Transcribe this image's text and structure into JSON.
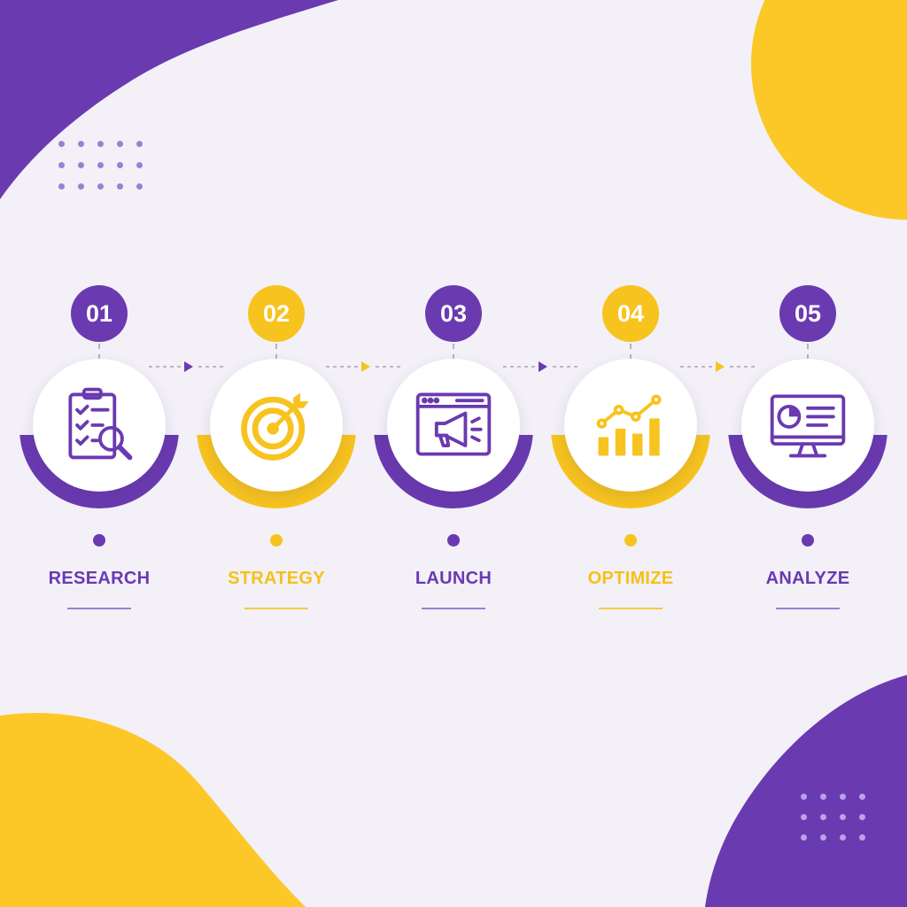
{
  "colors": {
    "purple": "#6a3ab0",
    "yellow": "#f7c31f",
    "background": "#f3f0f8"
  },
  "steps": [
    {
      "number": "01",
      "label": "RESEARCH",
      "icon": "clipboard-search-icon",
      "theme": "purple"
    },
    {
      "number": "02",
      "label": "STRATEGY",
      "icon": "target-icon",
      "theme": "yellow"
    },
    {
      "number": "03",
      "label": "LAUNCH",
      "icon": "browser-megaphone-icon",
      "theme": "purple"
    },
    {
      "number": "04",
      "label": "OPTIMIZE",
      "icon": "growth-chart-icon",
      "theme": "yellow"
    },
    {
      "number": "05",
      "label": "ANALYZE",
      "icon": "monitor-dashboard-icon",
      "theme": "purple"
    }
  ]
}
